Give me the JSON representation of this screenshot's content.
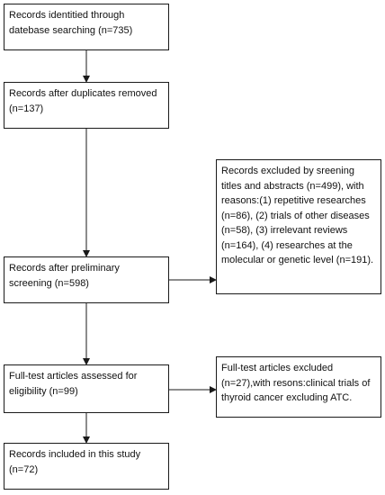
{
  "boxes": {
    "identified": "Records identitied through datebase searching (n=735)",
    "after_duplicates": "Records after duplicates removed (n=137)",
    "preliminary": "Records after preliminary screening (n=598)",
    "excluded_screening": "Records excluded by sreening titles and abstracts (n=499), with reasons:(1) repetitive researches (n=86), (2) trials of other diseases (n=58), (3) irrelevant reviews (n=164), (4) researches at the molecular or genetic level (n=191).",
    "assessed": "Full-test articles assessed for eligibility (n=99)",
    "excluded_fulltext": "Full-test articles excluded (n=27),with resons:clinical trials of thyroid cancer excluding ATC.",
    "included": "Records included in this study (n=72)"
  },
  "colors": {
    "line": "#1a1a1a",
    "box_border": "#1a1a1a",
    "text": "#111111",
    "background": "#ffffff"
  }
}
